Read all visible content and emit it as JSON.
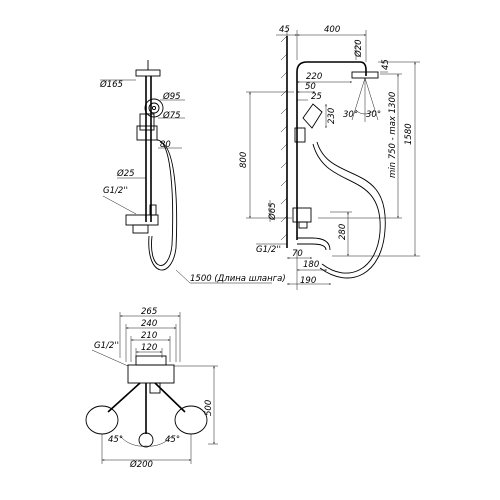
{
  "front_view": {
    "head_diameter": "Ø165",
    "hand_shower_diameter": "Ø95",
    "holder_diameter": "Ø75",
    "holder_offset": "80",
    "pipe_diameter": "Ø25",
    "inlet_thread": "G1/2''",
    "hose_length": "1500 (Длина шланга)"
  },
  "side_view": {
    "wall_offset": "45",
    "arm_length": "400",
    "arm_diameter": "Ø20",
    "head_tilt": "45",
    "dim_220": "220",
    "dim_50": "50",
    "dim_25": "25",
    "dim_230": "230",
    "spray_angle_left": "30°",
    "spray_angle_right": "30°",
    "riser_height": "800",
    "height_range": "min 750 - max 1300",
    "total_height": "1580",
    "mixer_diameter": "Ø65",
    "spout_height": "280",
    "inlet_thread": "G1/2''",
    "dim_70": "70",
    "dim_180": "180",
    "dim_190": "190"
  },
  "top_view": {
    "width_265": "265",
    "width_240": "240",
    "width_210": "210",
    "width_120": "120",
    "inlet_thread": "G1/2''",
    "depth": "500",
    "angle_left": "45°",
    "angle_right": "45°",
    "head_diameter": "Ø200"
  }
}
